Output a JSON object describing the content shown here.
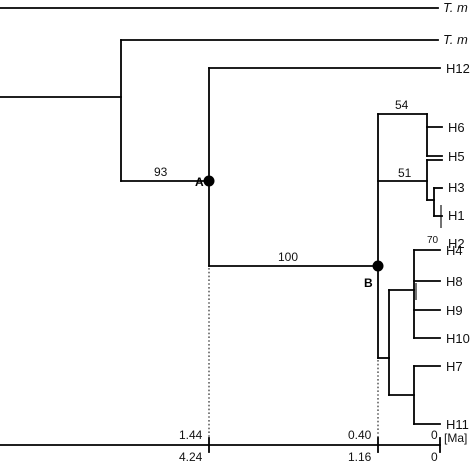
{
  "taxa": {
    "t1": "T. m",
    "t2": "T. m",
    "h12": "H12",
    "h6": "H6",
    "h5": "H5",
    "h3": "H3",
    "h1": "H1",
    "h2": "H2",
    "h4": "H4",
    "h8": "H8",
    "h9": "H9",
    "h10": "H10",
    "h7": "H7",
    "h11": "H11"
  },
  "support": {
    "s93": "93",
    "s100": "100",
    "s54": "54",
    "s51": "51",
    "s70": "70"
  },
  "nodes": {
    "a": "A",
    "b": "B"
  },
  "axis": {
    "top_a": "1.44",
    "top_b": "0.40",
    "top_zero": "0",
    "unit": "[Ma]",
    "bot_a": "4.24",
    "bot_b": "1.16",
    "bot_zero": "0"
  }
}
